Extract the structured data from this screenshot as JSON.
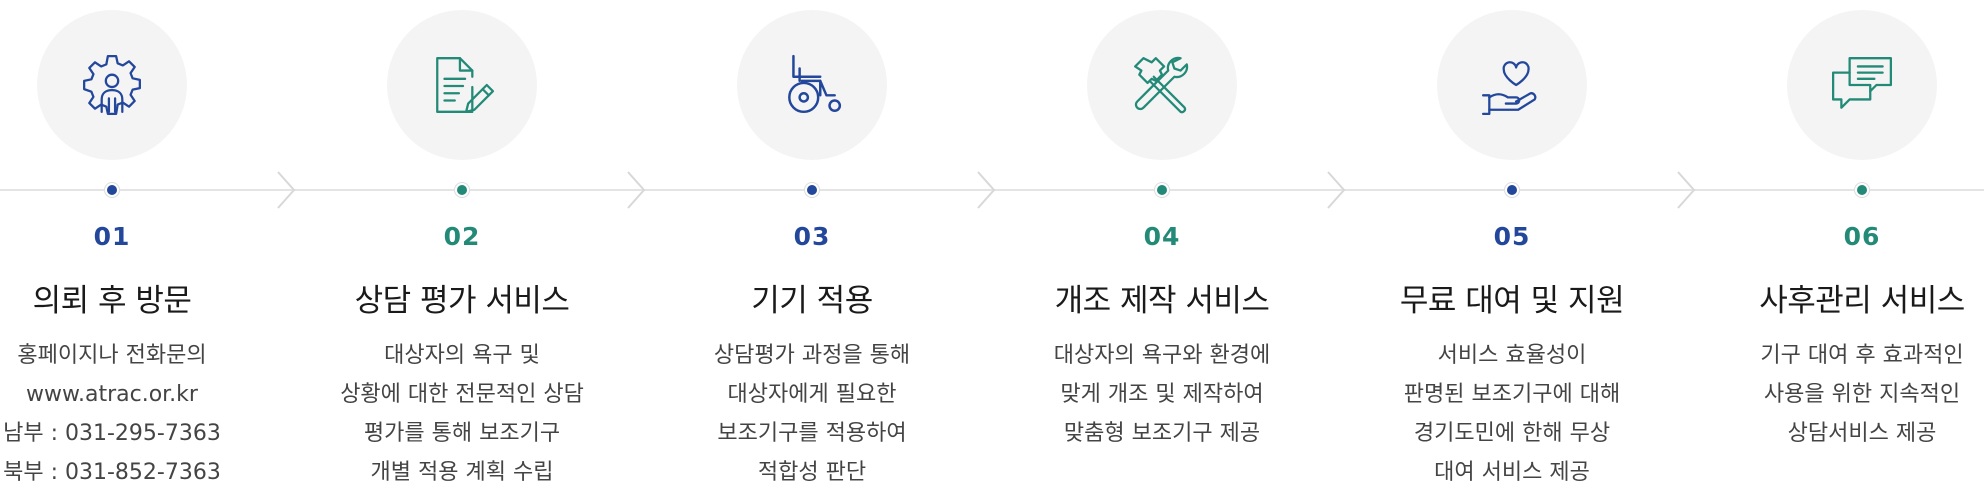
{
  "colors": {
    "blue": "#23479a",
    "teal": "#238a78"
  },
  "steps": [
    {
      "num": "01",
      "title": "의뢰 후 방문",
      "icon": "gear-person-icon",
      "color": "blue",
      "desc": [
        "홍페이지나 전화문의",
        "www.atrac.or.kr",
        "남부 : 031-295-7363",
        "북부 : 031-852-7363"
      ]
    },
    {
      "num": "02",
      "title": "상담 평가 서비스",
      "icon": "document-edit-icon",
      "color": "teal",
      "desc": [
        "대상자의 욕구 및",
        "상황에 대한 전문적인 상담",
        "평가를 통해 보조기구",
        "개별 적용 계획 수립"
      ]
    },
    {
      "num": "03",
      "title": "기기 적용",
      "icon": "wheelchair-icon",
      "color": "blue",
      "desc": [
        "상담평가 과정을 통해",
        "대상자에게 필요한",
        "보조기구를 적용하여",
        "적합성 판단"
      ]
    },
    {
      "num": "04",
      "title": "개조 제작 서비스",
      "icon": "tools-icon",
      "color": "teal",
      "desc": [
        "대상자의 욕구와 환경에",
        "맞게 개조 및 제작하여",
        "맞춤형 보조기구 제공"
      ]
    },
    {
      "num": "05",
      "title": "무료 대여 및 지원",
      "icon": "hand-heart-icon",
      "color": "blue",
      "desc": [
        "서비스 효율성이",
        "판명된 보조기구에 대해",
        "경기도민에 한해 무상",
        "대여 서비스 제공"
      ]
    },
    {
      "num": "06",
      "title": "사후관리 서비스",
      "icon": "chat-bubbles-icon",
      "color": "teal",
      "desc": [
        "기구 대여 후 효과적인",
        "사용을 위한 지속적인",
        "상담서비스 제공"
      ]
    }
  ]
}
